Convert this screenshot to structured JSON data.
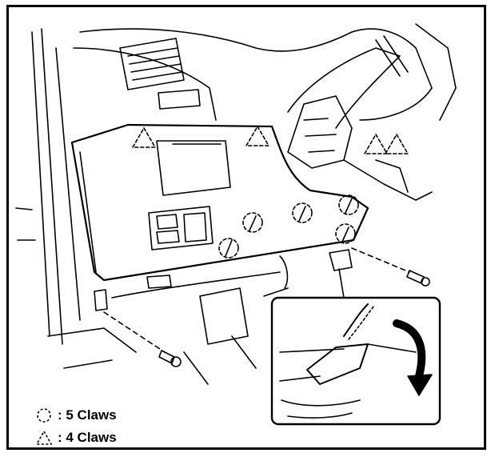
{
  "legend": {
    "claws_circle": {
      "label": ": 5 Claws",
      "icon": "dashed-circle"
    },
    "claws_triangle": {
      "label": ": 4 Claws",
      "icon": "dashed-triangle"
    }
  },
  "colors": {
    "line": "#000000",
    "background": "#ffffff"
  }
}
